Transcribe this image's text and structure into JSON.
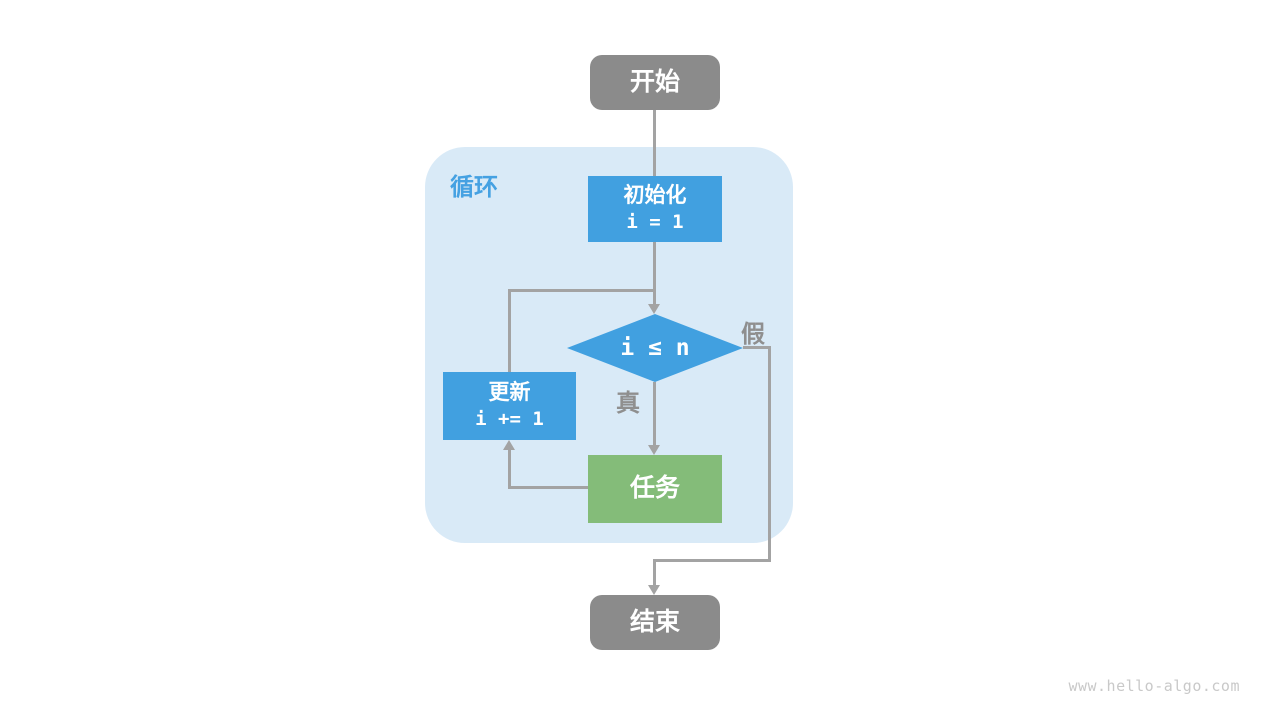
{
  "diagram": {
    "title_implicit": "loop flowchart",
    "loop_region": {
      "label": "循环"
    },
    "nodes": {
      "start": {
        "label": "开始"
      },
      "init": {
        "title": "初始化",
        "code": "i = 1"
      },
      "condition": {
        "code": "i ≤ n"
      },
      "update": {
        "title": "更新",
        "code": "i += 1"
      },
      "task": {
        "label": "任务"
      },
      "end": {
        "label": "结束"
      }
    },
    "branch_labels": {
      "true": "真",
      "false": "假"
    }
  },
  "watermark": "www.hello-algo.com",
  "colors": {
    "node_blue": "#41A0E0",
    "node_green": "#84BC79",
    "node_gray": "#8B8B8B",
    "region_bg": "#D9EAF7",
    "line_gray": "#A3A3A3",
    "label_gray": "#8F8F8F",
    "loop_label_blue": "#45A1E2",
    "watermark_gray": "#C9C9C9"
  }
}
